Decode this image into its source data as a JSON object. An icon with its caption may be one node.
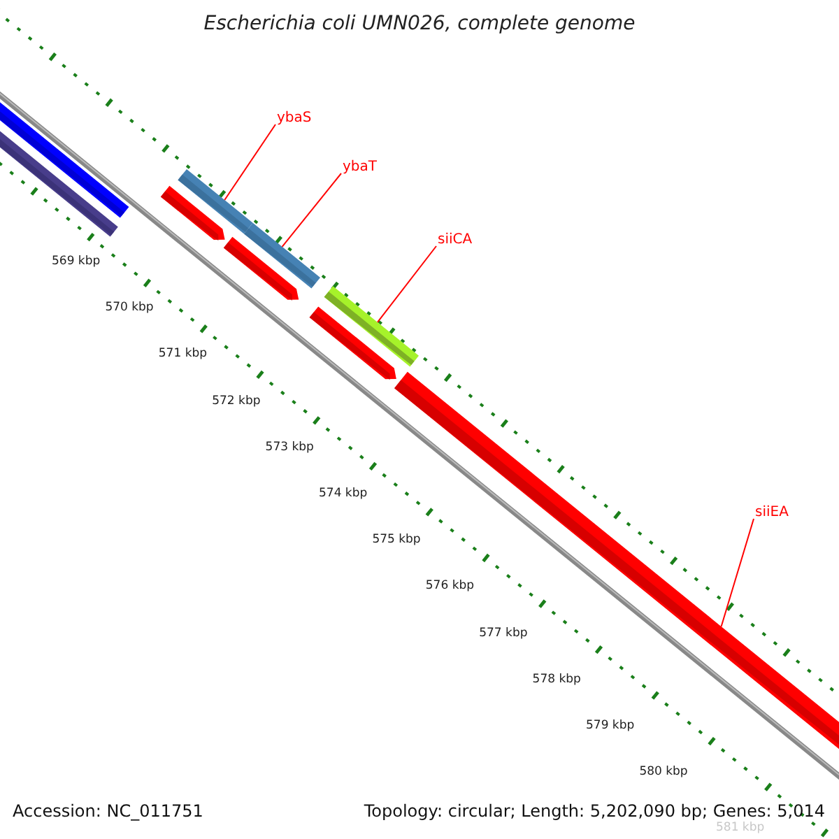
{
  "diagram": {
    "title": "Escherichia coli UMN026, complete genome",
    "nodes": [
      {
        "text": [
          "ybaS"
        ]
      },
      {
        "text": [
          "ybaT"
        ]
      },
      {
        "text": [
          "siiCA"
        ]
      },
      {
        "text": [
          "siiEA"
        ]
      },
      {
        "text": [],
        "shape": "bar"
      },
      {
        "text": [],
        "shape": "bar"
      },
      {
        "text": [],
        "shape": "bar"
      },
      {
        "text": [],
        "shape": "bar"
      }
    ],
    "edges": [
      {
        "from": 0,
        "to": 4,
        "arrow": "none"
      },
      {
        "from": 1,
        "to": 5,
        "arrow": "none"
      },
      {
        "from": 2,
        "to": 6,
        "arrow": "none"
      },
      {
        "from": 3,
        "to": 7,
        "arrow": "none"
      }
    ],
    "labels": [
      "569 kbp",
      "570 kbp",
      "571 kbp",
      "572 kbp",
      "573 kbp",
      "574 kbp",
      "575 kbp",
      "576 kbp",
      "577 kbp",
      "578 kbp",
      "579 kbp",
      "580 kbp",
      "581 kbp",
      "Accession: NC_011751",
      "Topology: circular; Length: 5,202,090 bp; Genes: 5,014"
    ]
  }
}
